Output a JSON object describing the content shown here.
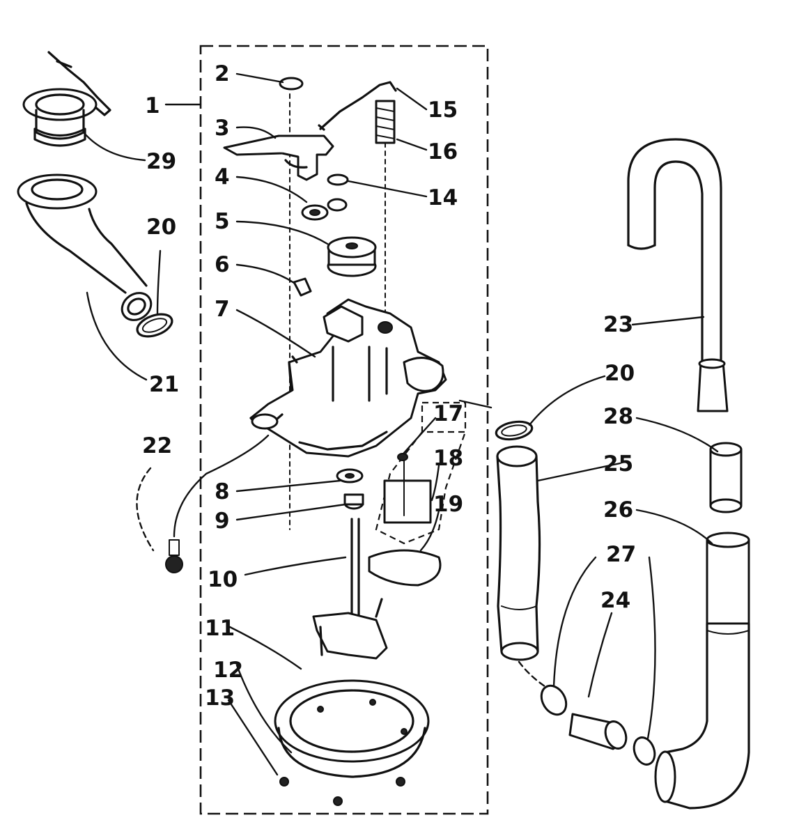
{
  "callouts": [
    {
      "id": "1",
      "text": "1"
    },
    {
      "id": "2",
      "text": "2"
    },
    {
      "id": "3",
      "text": "3"
    },
    {
      "id": "4",
      "text": "4"
    },
    {
      "id": "5",
      "text": "5"
    },
    {
      "id": "6",
      "text": "6"
    },
    {
      "id": "7",
      "text": "7"
    },
    {
      "id": "8",
      "text": "8"
    },
    {
      "id": "9",
      "text": "9"
    },
    {
      "id": "10",
      "text": "10"
    },
    {
      "id": "11",
      "text": "11"
    },
    {
      "id": "12",
      "text": "12"
    },
    {
      "id": "13",
      "text": "13"
    },
    {
      "id": "14",
      "text": "14"
    },
    {
      "id": "15",
      "text": "15"
    },
    {
      "id": "16",
      "text": "16"
    },
    {
      "id": "17",
      "text": "17"
    },
    {
      "id": "18",
      "text": "18"
    },
    {
      "id": "19",
      "text": "19"
    },
    {
      "id": "20a",
      "text": "20"
    },
    {
      "id": "20b",
      "text": "20"
    },
    {
      "id": "21",
      "text": "21"
    },
    {
      "id": "22",
      "text": "22"
    },
    {
      "id": "23",
      "text": "23"
    },
    {
      "id": "24",
      "text": "24"
    },
    {
      "id": "25",
      "text": "25"
    },
    {
      "id": "26",
      "text": "26"
    },
    {
      "id": "27",
      "text": "27"
    },
    {
      "id": "28",
      "text": "28"
    },
    {
      "id": "29",
      "text": "29"
    }
  ],
  "style": {
    "ink": "#111111",
    "paper": "#ffffff"
  }
}
